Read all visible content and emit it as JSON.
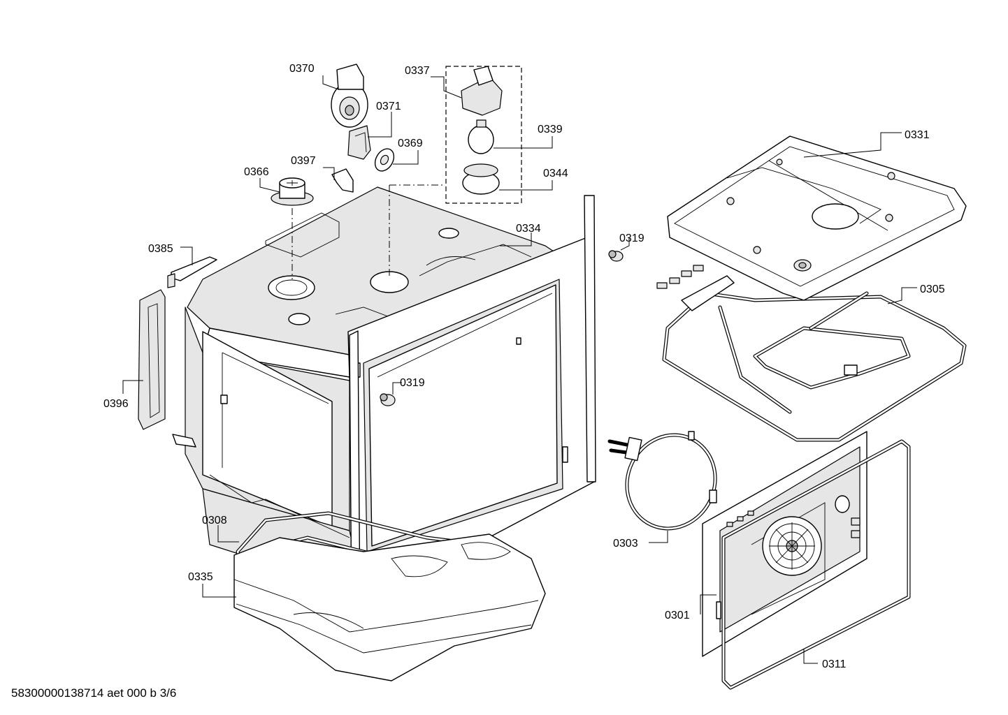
{
  "labels": {
    "p0370": "0370",
    "p0337": "0337",
    "p0371": "0371",
    "p0339": "0339",
    "p0369": "0369",
    "p0397": "0397",
    "p0366": "0366",
    "p0344": "0344",
    "p0331": "0331",
    "p0334": "0334",
    "p0319a": "0319",
    "p0385": "0385",
    "p0305": "0305",
    "p0319b": "0319",
    "p0396": "0396",
    "p0308": "0308",
    "p0303": "0303",
    "p0335": "0335",
    "p0301": "0301",
    "p0311": "0311"
  },
  "footer": "58300000138714 aet 000 b 3/6"
}
